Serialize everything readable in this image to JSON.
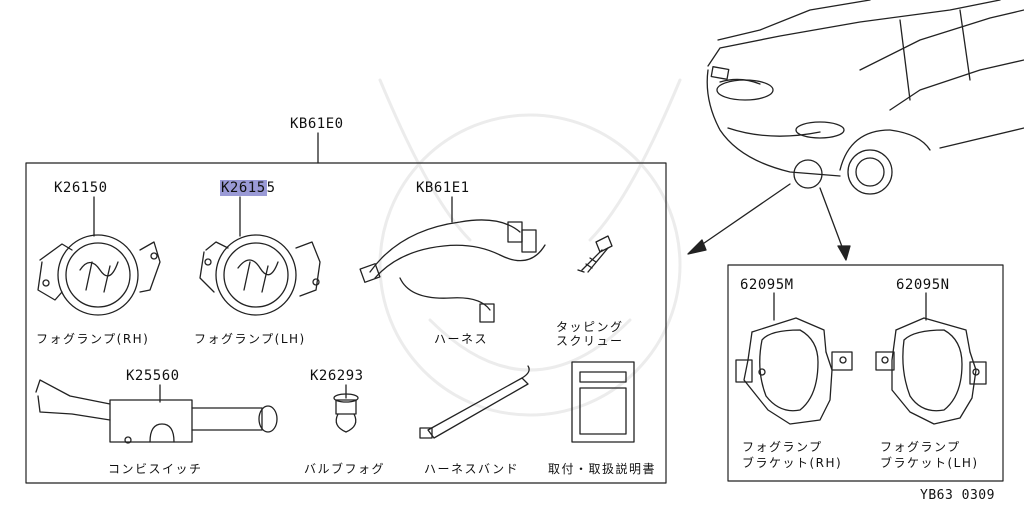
{
  "kit_code": "KB61E0",
  "footer_code": "YB63 0309",
  "parts": {
    "fog_rh": {
      "code": "K26150",
      "name": "フォグランプ(RH)"
    },
    "fog_lh": {
      "code_highlight": "K2615",
      "code_rest": "5",
      "name": "フォグランプ(LH)"
    },
    "harness": {
      "code": "KB61E1",
      "name": "ハーネス"
    },
    "screw": {
      "name_line1": "タッピング",
      "name_line2": "スクリュー"
    },
    "switch": {
      "code": "K25560",
      "name": "コンビスイッチ"
    },
    "bulb": {
      "code": "K26293",
      "name": "バルブフォグ"
    },
    "band": {
      "name": "ハーネスバンド"
    },
    "manual": {
      "name": "取付・取扱説明書"
    },
    "bracket_rh": {
      "code": "62095M",
      "name_line1": "フォグランプ",
      "name_line2": "ブラケット(RH)"
    },
    "bracket_lh": {
      "code": "62095N",
      "name_line1": "フォグランプ",
      "name_line2": "ブラケット(LH)"
    }
  }
}
